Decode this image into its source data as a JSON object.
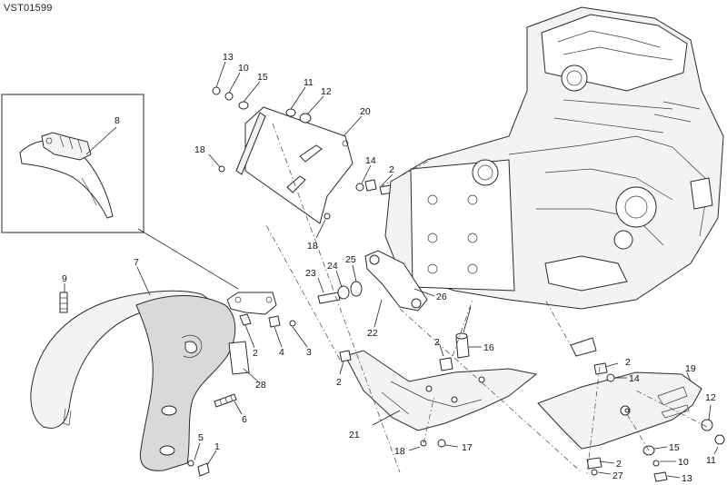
{
  "drawing_code": "VST01599",
  "callouts": {
    "c1": "1",
    "c2a": "2",
    "c2b": "2",
    "c2c": "2",
    "c2d": "2",
    "c2e": "2",
    "c2f": "2",
    "c3": "3",
    "c4": "4",
    "c5": "5",
    "c6": "6",
    "c7": "7",
    "c8": "8",
    "c9": "9",
    "c10a": "10",
    "c10b": "10",
    "c11a": "11",
    "c11b": "11",
    "c12a": "12",
    "c12b": "12",
    "c13a": "13",
    "c13b": "13",
    "c14a": "14",
    "c14b": "14",
    "c15a": "15",
    "c15b": "15",
    "c16": "16",
    "c17": "17",
    "c18a": "18",
    "c18b": "18",
    "c18c": "18",
    "c19": "19",
    "c20": "20",
    "c21": "21",
    "c22": "22",
    "c23": "23",
    "c24": "24",
    "c25": "25",
    "c26": "26",
    "c27": "27",
    "c28": "28"
  }
}
